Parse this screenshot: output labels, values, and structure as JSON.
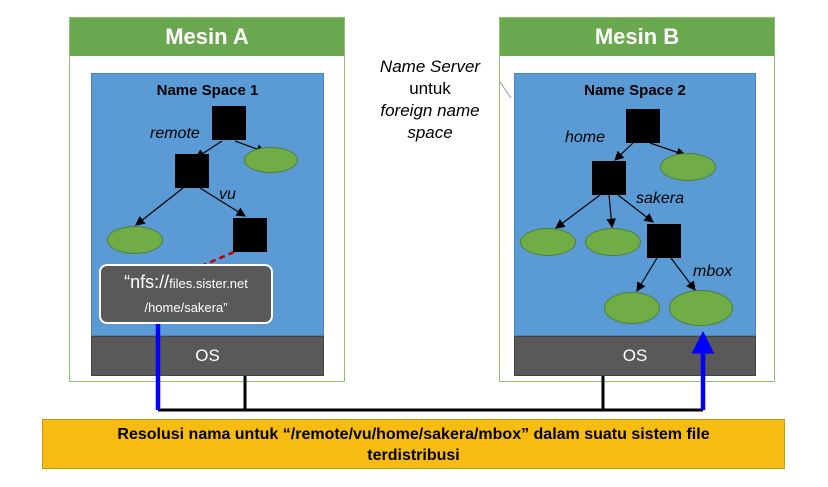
{
  "machines": {
    "a": {
      "title": "Mesin A",
      "namespace": "Name Space 1",
      "os": "OS"
    },
    "b": {
      "title": "Mesin B",
      "namespace": "Name Space 2",
      "os": "OS"
    }
  },
  "ns1_labels": {
    "remote": "remote",
    "vu": "vu"
  },
  "ns2_labels": {
    "home": "home",
    "sakera": "sakera",
    "mbox": "mbox"
  },
  "callout": {
    "line1_prefix": "“nfs://",
    "line1_host": "files.sister.net",
    "line2": "/home/sakera”"
  },
  "name_server_note": {
    "line1": "Name Server",
    "line2": "untuk",
    "line3": "foreign name",
    "line4": "space"
  },
  "banner": {
    "line1": "Resolusi nama untuk “/remote/vu/home/sakera/mbox” dalam suatu sistem file",
    "line2": "terdistribusi"
  },
  "colors": {
    "machine_header": "#6aa84f",
    "namespace_bg": "#5b9bd5",
    "leaf": "#70ad47",
    "os_box": "#595959",
    "banner": "#f6bc12",
    "arrow": "#0000ff",
    "mount_link": "#c00000"
  }
}
